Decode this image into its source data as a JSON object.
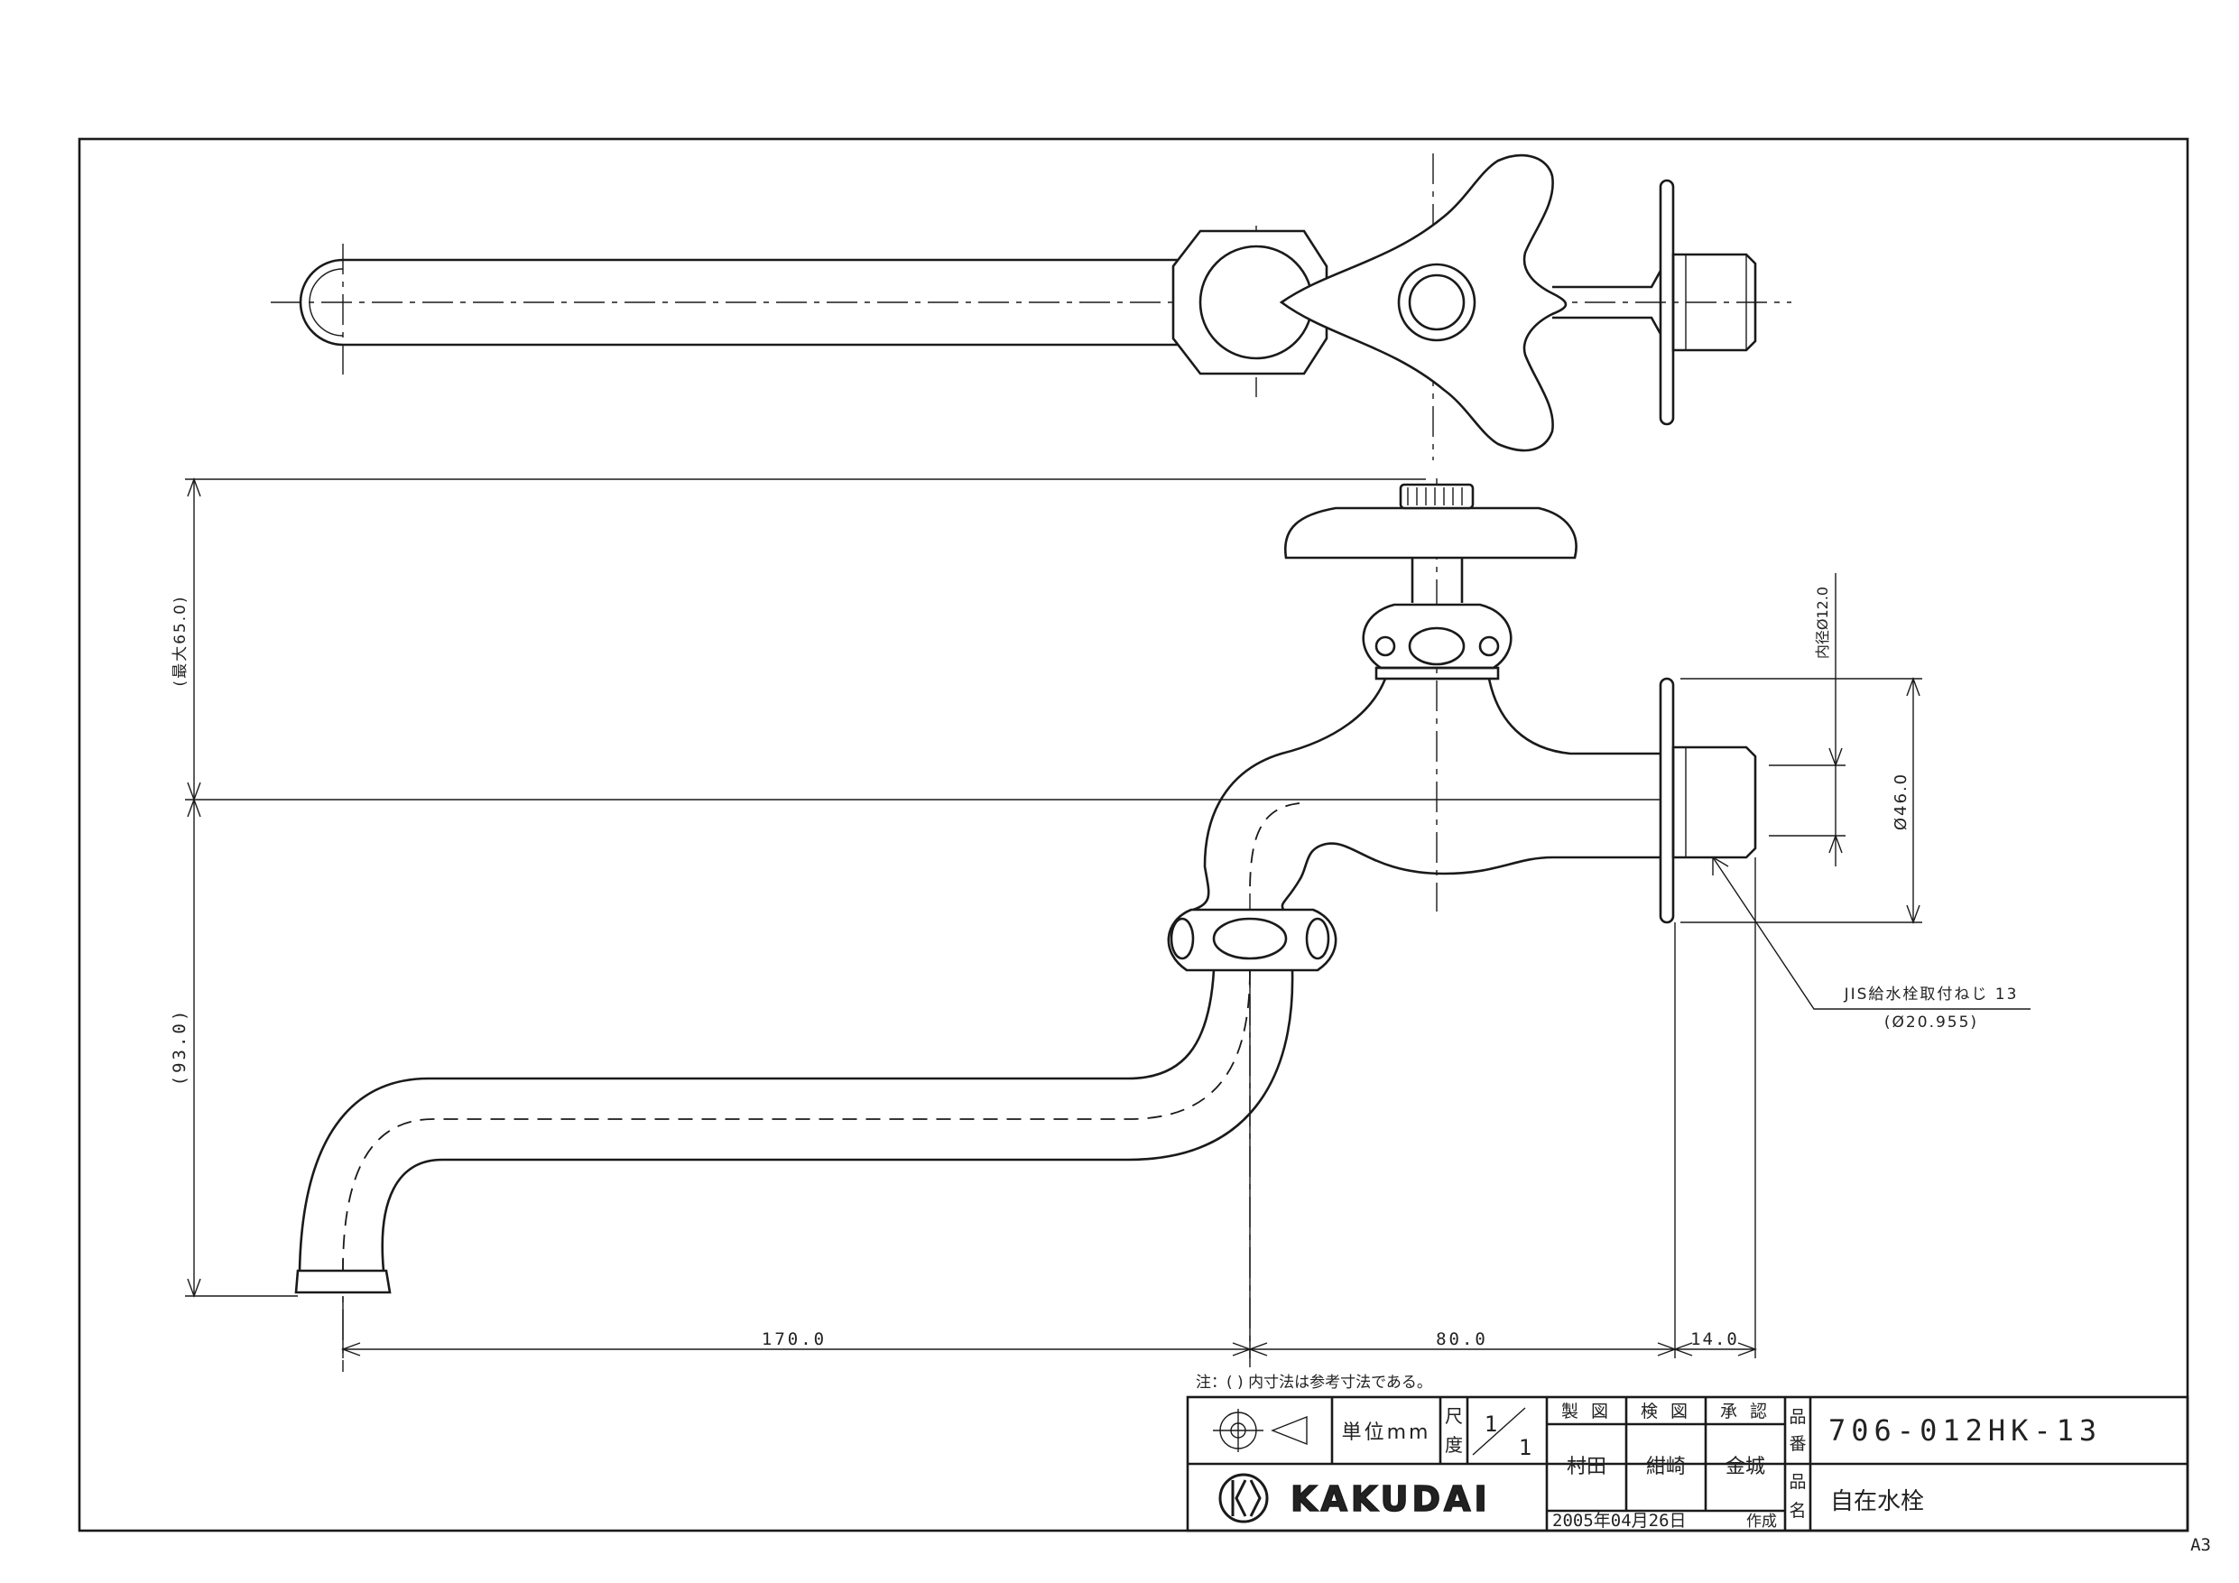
{
  "drawing": {
    "dimensions": {
      "horizontal": [
        "170.0",
        "80.0",
        "14.0"
      ],
      "vertical_upper": "(最大65.0)",
      "vertical_lower": "(93.0)",
      "inner_diameter": "内径Ø12.0",
      "outer_diameter": "Ø46.0"
    },
    "callout": {
      "line1": "JIS給水栓取付ねじ 13",
      "line2": "(Ø20.955)"
    },
    "note": "注：( ) 内寸法は参考寸法である。"
  },
  "title_block": {
    "unit_label": "単位mm",
    "scale_label_1": "尺",
    "scale_label_2": "度",
    "scale_num": "1",
    "scale_den": "1",
    "roles": [
      "製 図",
      "検 図",
      "承 認"
    ],
    "names": [
      "村田",
      "紺崎",
      "金城"
    ],
    "part_no_label_1": "品",
    "part_no_label_2": "番",
    "part_no": "706-012HK-13",
    "part_name_label_1": "品",
    "part_name_label_2": "名",
    "part_name": "自在水栓",
    "date": "2005年04月26日",
    "date_suffix": "作成",
    "brand": "KAKUDAI"
  },
  "sheet_size": "A3"
}
